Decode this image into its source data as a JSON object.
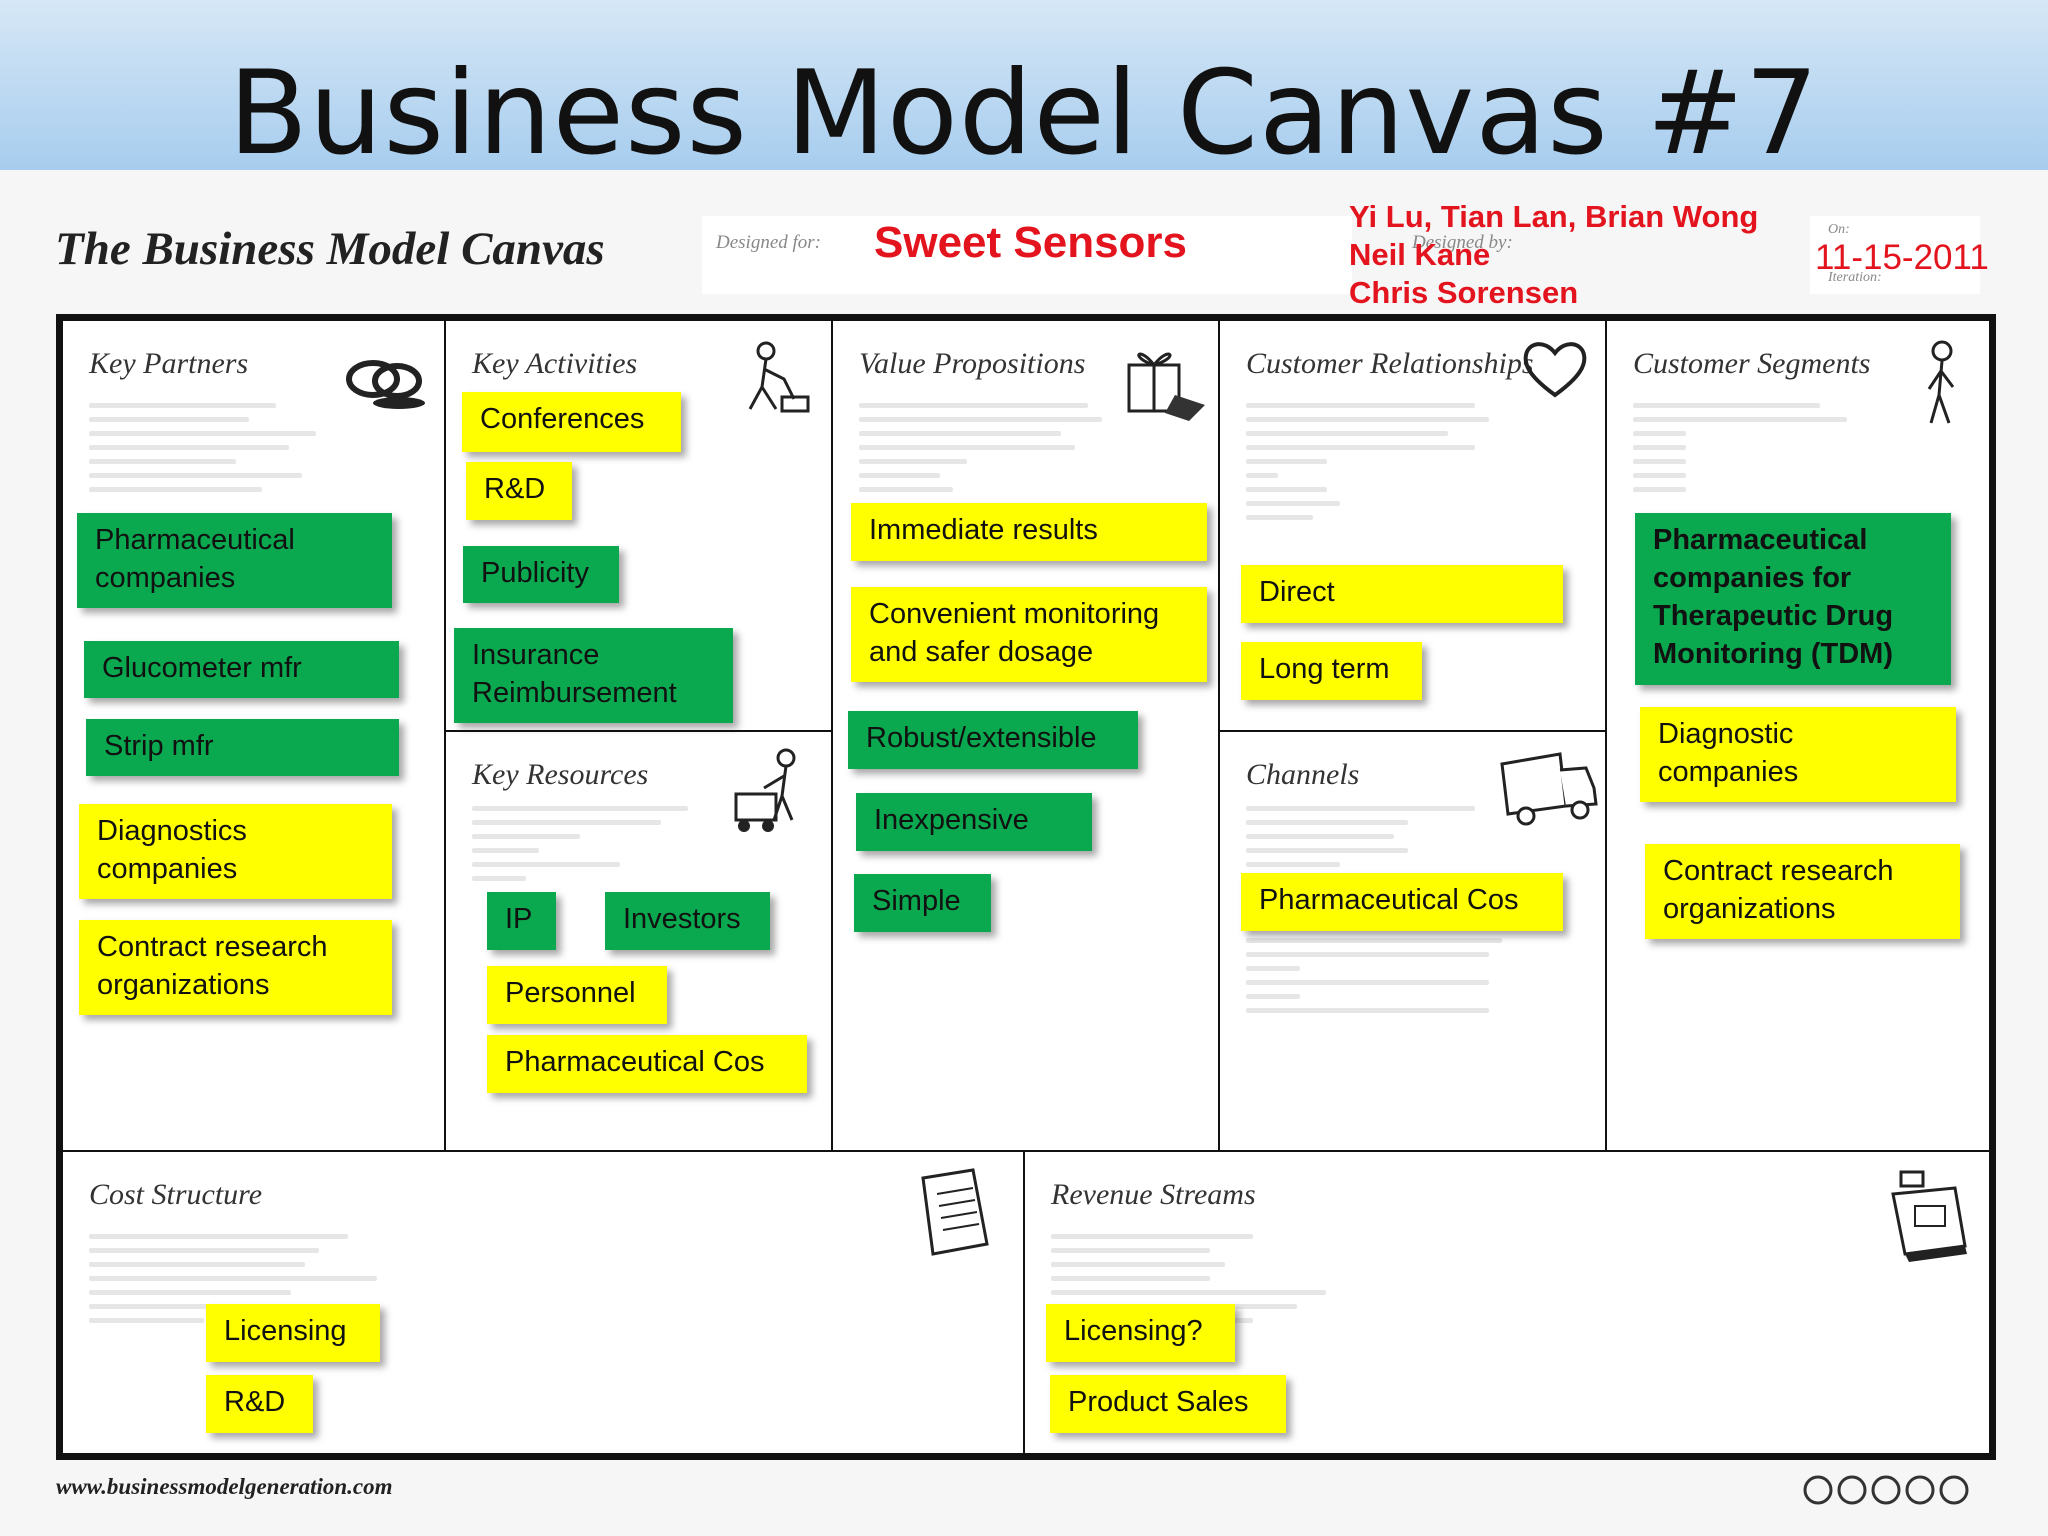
{
  "slide": {
    "title": "Business Model Canvas #7"
  },
  "canvas": {
    "heading": "The Business Model Canvas",
    "designed_for_label": "Designed for:",
    "designed_for": "Sweet Sensors",
    "designed_by_label": "Designed by:",
    "designed_by": [
      "Yi Lu, Tian Lan, Brian Wong",
      "Neil Kane",
      "Chris Sorensen"
    ],
    "on_label": "On:",
    "iteration_label": "Iteration:",
    "date": "11-15-2011",
    "footer_url": "www.businessmodelgeneration.com"
  },
  "colors": {
    "yellow_note": "#ffff00",
    "green_note": "#0aa84f",
    "author_red": "#e3141d"
  },
  "sections": {
    "key_partners": {
      "title": "Key Partners",
      "icon": "chain-links-icon",
      "notes": [
        {
          "text": "Pharmaceutical\ncompanies",
          "color": "green"
        },
        {
          "text": "Glucometer mfr",
          "color": "green"
        },
        {
          "text": "Strip mfr",
          "color": "green"
        },
        {
          "text": "Diagnostics\ncompanies",
          "color": "yellow"
        },
        {
          "text": "Contract research\norganizations",
          "color": "yellow"
        }
      ]
    },
    "key_activities": {
      "title": "Key Activities",
      "icon": "worker-icon",
      "notes": [
        {
          "text": "Conferences",
          "color": "yellow"
        },
        {
          "text": "R&D",
          "color": "yellow"
        },
        {
          "text": "Publicity",
          "color": "green"
        },
        {
          "text": "Insurance\nReimbursement",
          "color": "green"
        }
      ]
    },
    "key_resources": {
      "title": "Key Resources",
      "icon": "forklift-worker-icon",
      "notes": [
        {
          "text": "IP",
          "color": "green"
        },
        {
          "text": "Investors",
          "color": "green"
        },
        {
          "text": "Personnel",
          "color": "yellow"
        },
        {
          "text": "Pharmaceutical Cos",
          "color": "yellow"
        }
      ]
    },
    "value_propositions": {
      "title": "Value Propositions",
      "icon": "gift-icon",
      "notes": [
        {
          "text": "Immediate results",
          "color": "yellow"
        },
        {
          "text": "Convenient monitoring\nand safer dosage",
          "color": "yellow"
        },
        {
          "text": "Robust/extensible",
          "color": "green"
        },
        {
          "text": "Inexpensive",
          "color": "green"
        },
        {
          "text": "Simple",
          "color": "green"
        }
      ]
    },
    "customer_relationships": {
      "title": "Customer Relationships",
      "icon": "heart-icon",
      "notes": [
        {
          "text": "Direct",
          "color": "yellow"
        },
        {
          "text": "Long term",
          "color": "yellow"
        }
      ]
    },
    "channels": {
      "title": "Channels",
      "icon": "truck-icon",
      "notes": [
        {
          "text": "Pharmaceutical Cos",
          "color": "yellow"
        }
      ]
    },
    "customer_segments": {
      "title": "Customer Segments",
      "icon": "person-icon",
      "notes": [
        {
          "text": "Pharmaceutical\ncompanies for\nTherapeutic Drug\nMonitoring (TDM)",
          "color": "green"
        },
        {
          "text": "Diagnostic\ncompanies",
          "color": "yellow"
        },
        {
          "text": "Contract research\norganizations",
          "color": "yellow"
        }
      ]
    },
    "cost_structure": {
      "title": "Cost Structure",
      "icon": "receipt-icon",
      "notes": [
        {
          "text": "Licensing",
          "color": "yellow"
        },
        {
          "text": "R&D",
          "color": "yellow"
        }
      ]
    },
    "revenue_streams": {
      "title": "Revenue Streams",
      "icon": "cash-register-icon",
      "notes": [
        {
          "text": "Licensing?",
          "color": "yellow"
        },
        {
          "text": "Product Sales",
          "color": "yellow"
        }
      ]
    }
  }
}
